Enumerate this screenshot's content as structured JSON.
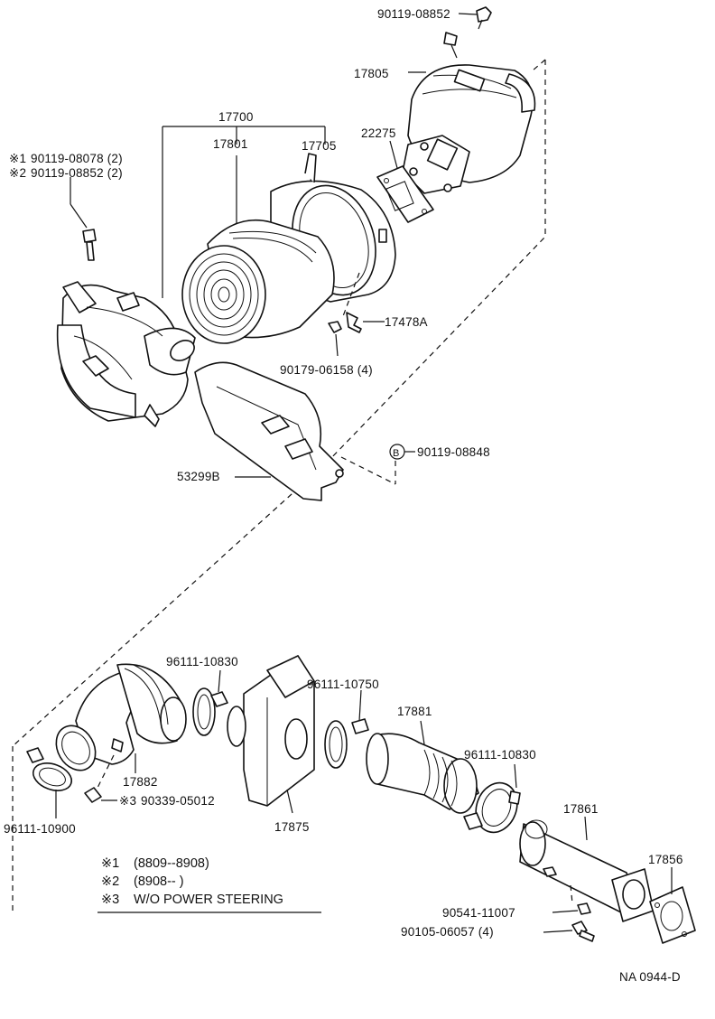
{
  "diagram_code": "NA 0944-D",
  "parts": {
    "bolt_top": "90119-08852",
    "cap_17805": "17805",
    "assy_17700": "17700",
    "element_17801": "17801",
    "case_17705": "17705",
    "gasket_22275": "22275",
    "bolt_note1": "90119-08078 (2)",
    "bolt_note2": "90119-08852 (2)",
    "clamp_17478A": "17478A",
    "nut_90179": "90179-06158 (4)",
    "bracket_53299B": "53299B",
    "bolt_b_90119": "90119-08848",
    "clamp_96111_10830_a": "96111-10830",
    "clamp_96111_10750": "96111-10750",
    "hose_17881": "17881",
    "clamp_96111_10830_b": "96111-10830",
    "hose_17882": "17882",
    "pipe_17861": "17861",
    "gasket_17856": "17856",
    "plug_90339": "90339-05012",
    "clamp_96111_10900": "96111-10900",
    "resonator_17875": "17875",
    "nut_90541": "90541-11007",
    "bolt_90105": "90105-06057 (4)"
  },
  "markers": {
    "note1_mark": "※1",
    "note2_mark": "※2",
    "note3_mark": "※3",
    "b_mark": "B"
  },
  "legend": [
    {
      "mark": "※1",
      "text": "(8809--8908)"
    },
    {
      "mark": "※2",
      "text": "(8908--          )"
    },
    {
      "mark": "※3",
      "text": "W/O POWER   STEERING"
    }
  ]
}
